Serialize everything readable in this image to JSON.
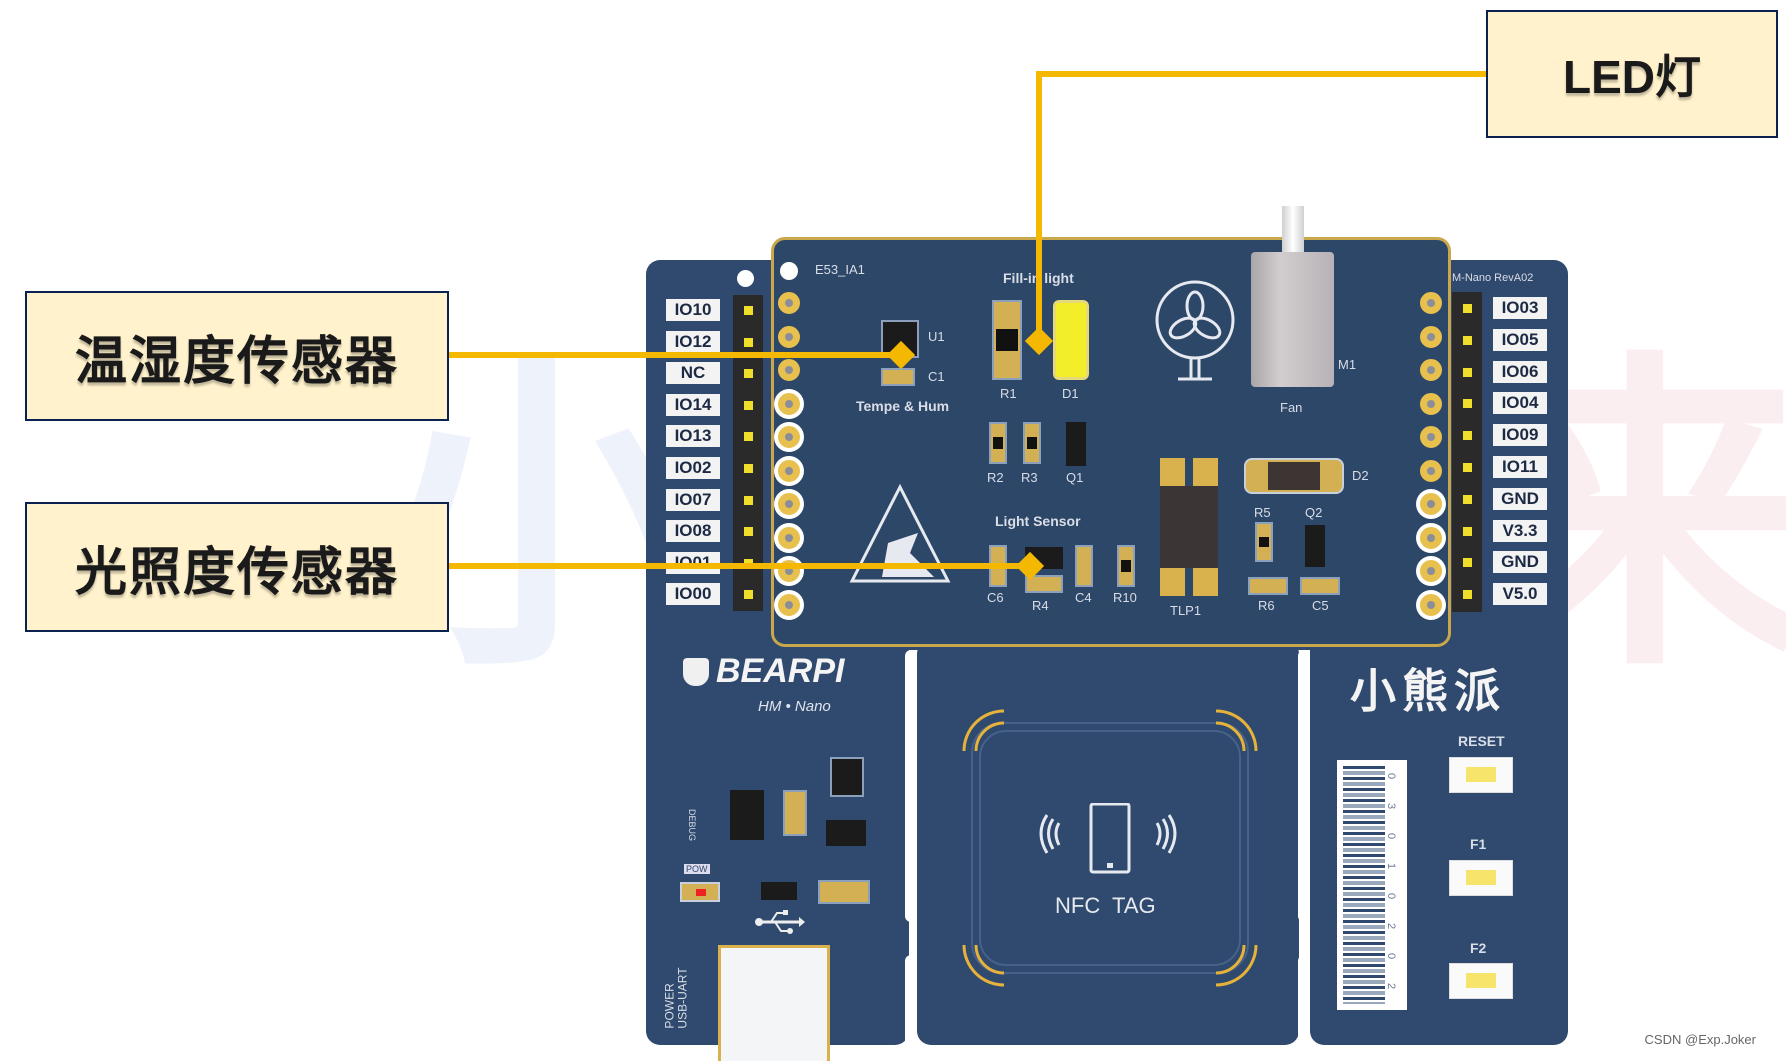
{
  "diagram": {
    "title_callouts": [
      {
        "id": "temp_hum",
        "label": "温湿度传感器"
      },
      {
        "id": "light",
        "label": "光照度传感器"
      },
      {
        "id": "led",
        "label": "LED灯"
      }
    ]
  },
  "board": {
    "module_name": "E53_IA1",
    "base_revision": "M-Nano RevA02",
    "left_pins": [
      "IO10",
      "IO12",
      "NC",
      "IO14",
      "IO13",
      "IO02",
      "IO07",
      "IO08",
      "IO01",
      "IO00"
    ],
    "right_pins": [
      "IO03",
      "IO05",
      "IO06",
      "IO04",
      "IO09",
      "IO11",
      "GND",
      "V3.3",
      "GND",
      "V5.0"
    ],
    "silkscreen": {
      "fill_in_light": "Fill-in light",
      "tempe_hum": "Tempe & Hum",
      "light_sensor": "Light Sensor",
      "fan": "Fan",
      "u1": "U1",
      "c1": "C1",
      "r1": "R1",
      "d1": "D1",
      "m1": "M1",
      "r2": "R2",
      "r3": "R3",
      "q1": "Q1",
      "d2": "D2",
      "r5": "R5",
      "q2": "Q2",
      "c6": "C6",
      "r4": "R4",
      "c4": "C4",
      "r10": "R10",
      "tlp1": "TLP1",
      "r6": "R6",
      "c5": "C5",
      "debug": "DEBUG",
      "pow": "POW",
      "power_usb": "POWER\nUSB-UART"
    },
    "brand_en": "BEARPI",
    "brand_sub": "HM • Nano",
    "brand_cn": "小熊派",
    "nfc_label": "NFC  TAG",
    "buttons": [
      "RESET",
      "F1",
      "F2"
    ],
    "barcode_digits": [
      "0",
      "3",
      "0",
      "1",
      "0",
      "2",
      "0",
      "2"
    ]
  },
  "watermark_credit": "CSDN @Exp.Joker",
  "colors": {
    "callout_fill": "#fff2cc",
    "callout_border": "#0b2150",
    "leader_line": "#f5b800",
    "pcb_blue": "#2f4a6e",
    "module_outline": "#c9a74a"
  }
}
